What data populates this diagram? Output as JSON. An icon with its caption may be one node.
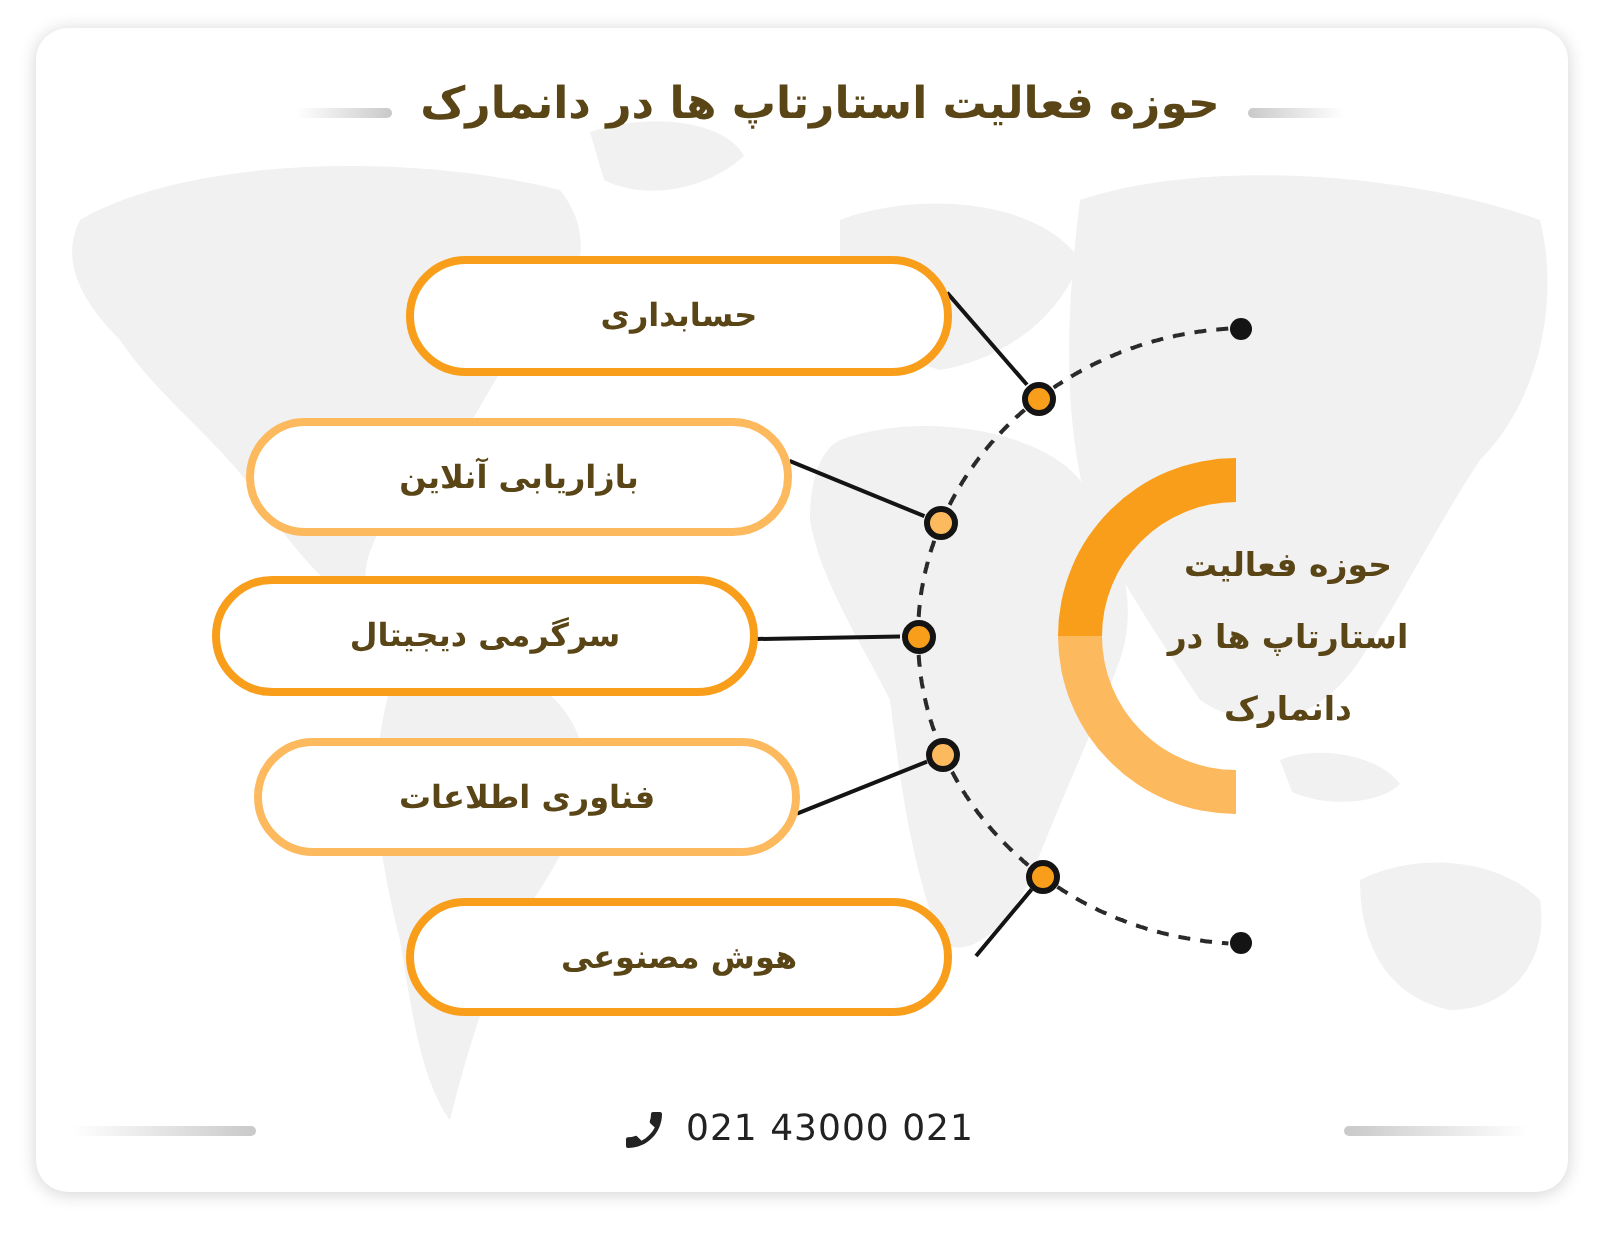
{
  "diagram": {
    "title": "حوزه فعالیت استارتاپ ها در دانمارک",
    "nodes": [
      {
        "text": [
          "حوزه فعالیت استارتاپ ها در دانمارک"
        ]
      },
      {
        "text": [
          "حسابداری"
        ]
      },
      {
        "text": [
          "بازاریابی آنلاین"
        ]
      },
      {
        "text": [
          "سرگرمی دیجیتال"
        ]
      },
      {
        "text": [
          "فناوری اطلاعات"
        ]
      },
      {
        "text": [
          "هوش مصنوعی"
        ]
      },
      {
        "text": [],
        "shape": "circle"
      },
      {
        "text": [],
        "shape": "circle"
      },
      {
        "text": [],
        "shape": "circle"
      },
      {
        "text": [],
        "shape": "circle"
      },
      {
        "text": [],
        "shape": "circle"
      },
      {
        "text": [],
        "shape": "circle"
      },
      {
        "text": [],
        "shape": "circle"
      }
    ],
    "edges": [
      {
        "from": 7,
        "to": 1,
        "arrow": "none"
      },
      {
        "from": 8,
        "to": 2,
        "arrow": "none"
      },
      {
        "from": 9,
        "to": 3,
        "arrow": "none"
      },
      {
        "from": 10,
        "to": 4,
        "arrow": "none"
      },
      {
        "from": 11,
        "to": 5,
        "arrow": "none"
      },
      {
        "from": 6,
        "to": 7,
        "arrow": "none",
        "style": "dashed"
      },
      {
        "from": 7,
        "to": 8,
        "arrow": "none",
        "style": "dashed"
      },
      {
        "from": 8,
        "to": 9,
        "arrow": "none",
        "style": "dashed"
      },
      {
        "from": 9,
        "to": 10,
        "arrow": "none",
        "style": "dashed"
      },
      {
        "from": 10,
        "to": 11,
        "arrow": "none",
        "style": "dashed"
      },
      {
        "from": 11,
        "to": 12,
        "arrow": "none",
        "style": "dashed"
      }
    ],
    "labels": [
      "021 43000 021"
    ]
  }
}
